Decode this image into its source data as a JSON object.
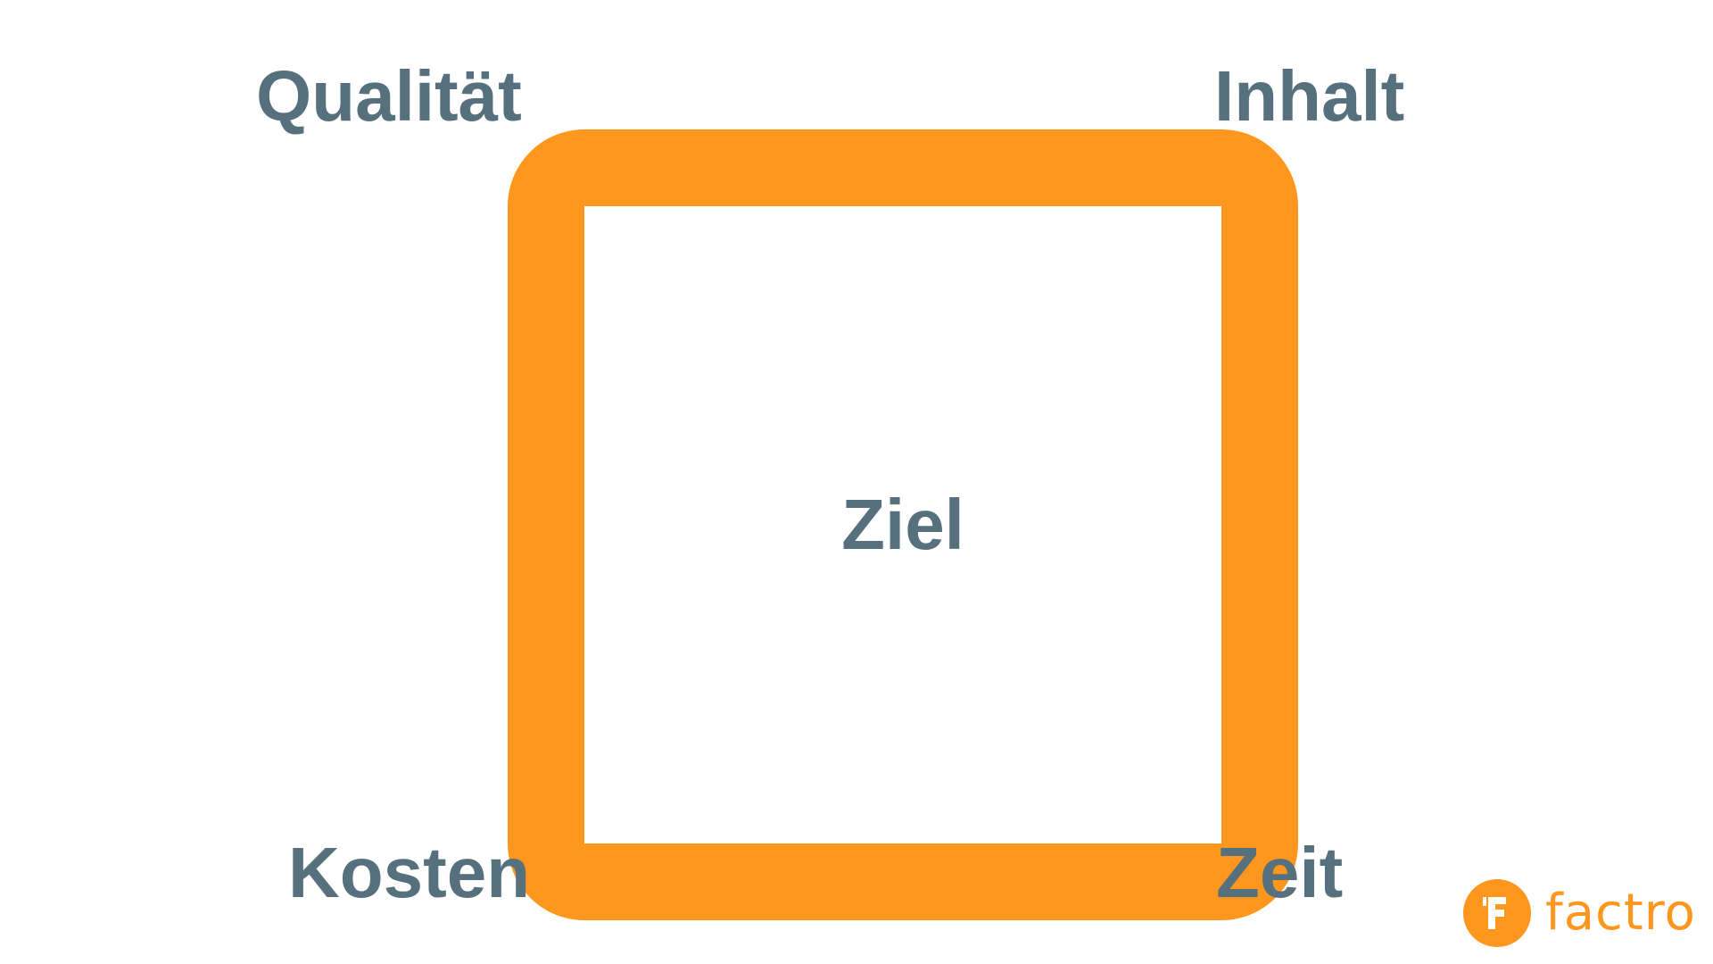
{
  "diagram": {
    "corner_labels": {
      "top_left": "Qualität",
      "top_right": "Inhalt",
      "bottom_left": "Kosten",
      "bottom_right": "Zeit"
    },
    "center_label": "Ziel",
    "colors": {
      "frame": "#FF961E",
      "label_text": "#56707E",
      "background": "#FFFFFF"
    }
  },
  "logo": {
    "text": "factro",
    "icon": "factro-f-logo-icon",
    "color": "#FF961E"
  }
}
